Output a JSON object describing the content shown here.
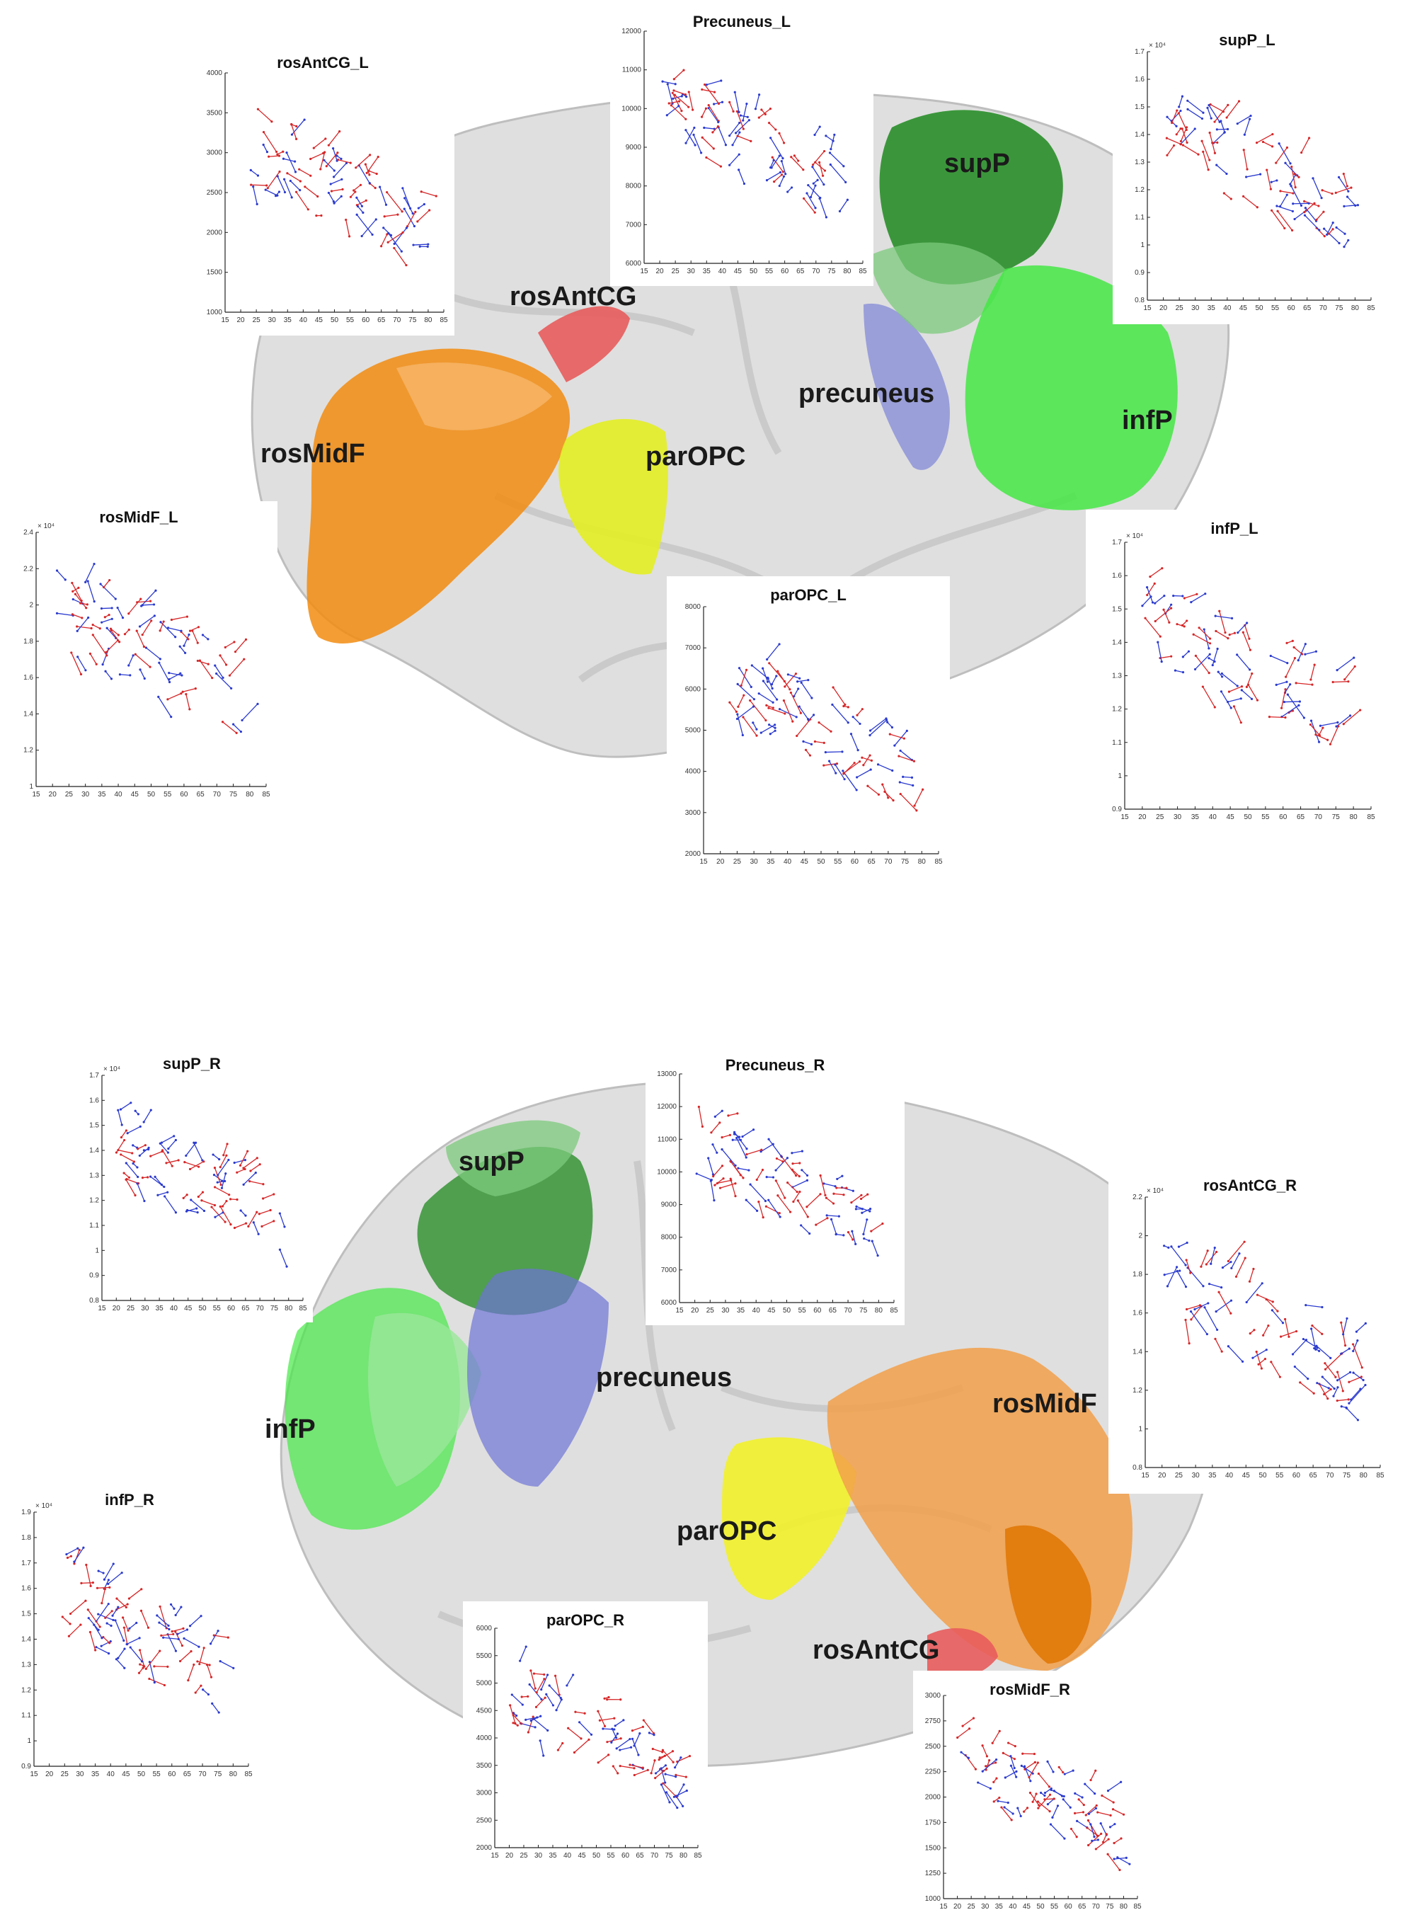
{
  "colors": {
    "series_a": "#d62728",
    "series_b": "#2b3bcf",
    "brain": "#d9d9d9",
    "rosMidF": "#f28c10",
    "rosAntCG": "#e85c5c",
    "parOPC": "#e6ee2a",
    "precuneus": "#6d74d6",
    "supP": "#1f8a1f",
    "infP": "#45e845"
  },
  "region_labels": {
    "top": {
      "rosAntCG": "rosAntCG",
      "rosMidF": "rosMidF",
      "parOPC": "parOPC",
      "precuneus": "precuneus",
      "supP": "supP",
      "infP": "infP"
    },
    "bottom": {
      "supP": "supP",
      "infP": "infP",
      "precuneus": "precuneus",
      "rosMidF": "rosMidF",
      "parOPC": "parOPC",
      "rosAntCG": "rosAntCG"
    }
  },
  "chart_data": [
    {
      "id": "rosAntCG_L",
      "type": "scatter",
      "title": "rosAntCG_L",
      "xlim": [
        15,
        85
      ],
      "ylim": [
        1000,
        4000
      ],
      "xticks": [
        "15",
        "20",
        "25",
        "30",
        "35",
        "40",
        "45",
        "50",
        "55",
        "60",
        "65",
        "70",
        "75",
        "80",
        "85"
      ],
      "yticks": [
        "1000",
        "1500",
        "2000",
        "2500",
        "3000",
        "3500",
        "4000"
      ],
      "multiplier": ""
    },
    {
      "id": "Precuneus_L",
      "type": "scatter",
      "title": "Precuneus_L",
      "xlim": [
        15,
        85
      ],
      "ylim": [
        6000,
        12000
      ],
      "xticks": [
        "15",
        "20",
        "25",
        "30",
        "35",
        "40",
        "45",
        "50",
        "55",
        "60",
        "65",
        "70",
        "75",
        "80",
        "85"
      ],
      "yticks": [
        "6000",
        "7000",
        "8000",
        "9000",
        "10000",
        "11000",
        "12000"
      ],
      "multiplier": ""
    },
    {
      "id": "supP_L",
      "type": "scatter",
      "title": "supP_L",
      "xlim": [
        15,
        85
      ],
      "ylim": [
        0.8,
        1.7
      ],
      "xticks": [
        "15",
        "20",
        "25",
        "30",
        "35",
        "40",
        "45",
        "50",
        "55",
        "60",
        "65",
        "70",
        "75",
        "80",
        "85"
      ],
      "yticks": [
        "0.8",
        "0.9",
        "1",
        "1.1",
        "1.2",
        "1.3",
        "1.4",
        "1.5",
        "1.6",
        "1.7"
      ],
      "multiplier": "× 10⁴"
    },
    {
      "id": "rosMidF_L",
      "type": "scatter",
      "title": "rosMidF_L",
      "xlim": [
        15,
        85
      ],
      "ylim": [
        1,
        2.4
      ],
      "xticks": [
        "15",
        "20",
        "25",
        "30",
        "35",
        "40",
        "45",
        "50",
        "55",
        "60",
        "65",
        "70",
        "75",
        "80",
        "85"
      ],
      "yticks": [
        "1",
        "1.2",
        "1.4",
        "1.6",
        "1.8",
        "2",
        "2.2",
        "2.4"
      ],
      "multiplier": "× 10⁴"
    },
    {
      "id": "parOPC_L",
      "type": "scatter",
      "title": "parOPC_L",
      "xlim": [
        15,
        85
      ],
      "ylim": [
        2000,
        8000
      ],
      "xticks": [
        "15",
        "20",
        "25",
        "30",
        "35",
        "40",
        "45",
        "50",
        "55",
        "60",
        "65",
        "70",
        "75",
        "80",
        "85"
      ],
      "yticks": [
        "2000",
        "3000",
        "4000",
        "5000",
        "6000",
        "7000",
        "8000"
      ],
      "multiplier": ""
    },
    {
      "id": "infP_L",
      "type": "scatter",
      "title": "infP_L",
      "xlim": [
        15,
        85
      ],
      "ylim": [
        0.9,
        1.7
      ],
      "xticks": [
        "15",
        "20",
        "25",
        "30",
        "35",
        "40",
        "45",
        "50",
        "55",
        "60",
        "65",
        "70",
        "75",
        "80",
        "85"
      ],
      "yticks": [
        "0.9",
        "1",
        "1.1",
        "1.2",
        "1.3",
        "1.4",
        "1.5",
        "1.6",
        "1.7"
      ],
      "multiplier": "× 10⁴"
    },
    {
      "id": "supP_R",
      "type": "scatter",
      "title": "supP_R",
      "xlim": [
        15,
        85
      ],
      "ylim": [
        0.8,
        1.7
      ],
      "xticks": [
        "15",
        "20",
        "25",
        "30",
        "35",
        "40",
        "45",
        "50",
        "55",
        "60",
        "65",
        "70",
        "75",
        "80",
        "85"
      ],
      "yticks": [
        "0.8",
        "0.9",
        "1",
        "1.1",
        "1.2",
        "1.3",
        "1.4",
        "1.5",
        "1.6",
        "1.7"
      ],
      "multiplier": "× 10⁴"
    },
    {
      "id": "Precuneus_R",
      "type": "scatter",
      "title": "Precuneus_R",
      "xlim": [
        15,
        85
      ],
      "ylim": [
        6000,
        13000
      ],
      "xticks": [
        "15",
        "20",
        "25",
        "30",
        "35",
        "40",
        "45",
        "50",
        "55",
        "60",
        "65",
        "70",
        "75",
        "80",
        "85"
      ],
      "yticks": [
        "6000",
        "7000",
        "8000",
        "9000",
        "10000",
        "11000",
        "12000",
        "13000"
      ],
      "multiplier": ""
    },
    {
      "id": "rosAntCG_R",
      "type": "scatter",
      "title": "rosAntCG_R",
      "xlim": [
        15,
        85
      ],
      "ylim": [
        0.8,
        2.2
      ],
      "xticks": [
        "15",
        "20",
        "25",
        "30",
        "35",
        "40",
        "45",
        "50",
        "55",
        "60",
        "65",
        "70",
        "75",
        "80",
        "85"
      ],
      "yticks": [
        "0.8",
        "1",
        "1.2",
        "1.4",
        "1.6",
        "1.8",
        "2",
        "2.2"
      ],
      "multiplier": "× 10⁴"
    },
    {
      "id": "infP_R",
      "type": "scatter",
      "title": "infP_R",
      "xlim": [
        15,
        85
      ],
      "ylim": [
        0.9,
        1.9
      ],
      "xticks": [
        "15",
        "20",
        "25",
        "30",
        "35",
        "40",
        "45",
        "50",
        "55",
        "60",
        "65",
        "70",
        "75",
        "80",
        "85"
      ],
      "yticks": [
        "0.9",
        "1",
        "1.1",
        "1.2",
        "1.3",
        "1.4",
        "1.5",
        "1.6",
        "1.7",
        "1.8",
        "1.9"
      ],
      "multiplier": "× 10⁴"
    },
    {
      "id": "parOPC_R",
      "type": "scatter",
      "title": "parOPC_R",
      "xlim": [
        15,
        85
      ],
      "ylim": [
        2000,
        6000
      ],
      "xticks": [
        "15",
        "20",
        "25",
        "30",
        "35",
        "40",
        "45",
        "50",
        "55",
        "60",
        "65",
        "70",
        "75",
        "80",
        "85"
      ],
      "yticks": [
        "2000",
        "2500",
        "3000",
        "3500",
        "4000",
        "4500",
        "5000",
        "5500",
        "6000"
      ],
      "multiplier": ""
    },
    {
      "id": "rosMidF_R",
      "type": "scatter",
      "title": "rosMidF_R",
      "xlim": [
        15,
        85
      ],
      "ylim": [
        1000,
        3000
      ],
      "xticks": [
        "15",
        "20",
        "25",
        "30",
        "35",
        "40",
        "45",
        "50",
        "55",
        "60",
        "65",
        "70",
        "75",
        "80",
        "85"
      ],
      "yticks": [
        "1000",
        "1250",
        "1500",
        "1750",
        "2000",
        "2250",
        "2500",
        "2750",
        "3000"
      ],
      "multiplier": ""
    }
  ]
}
